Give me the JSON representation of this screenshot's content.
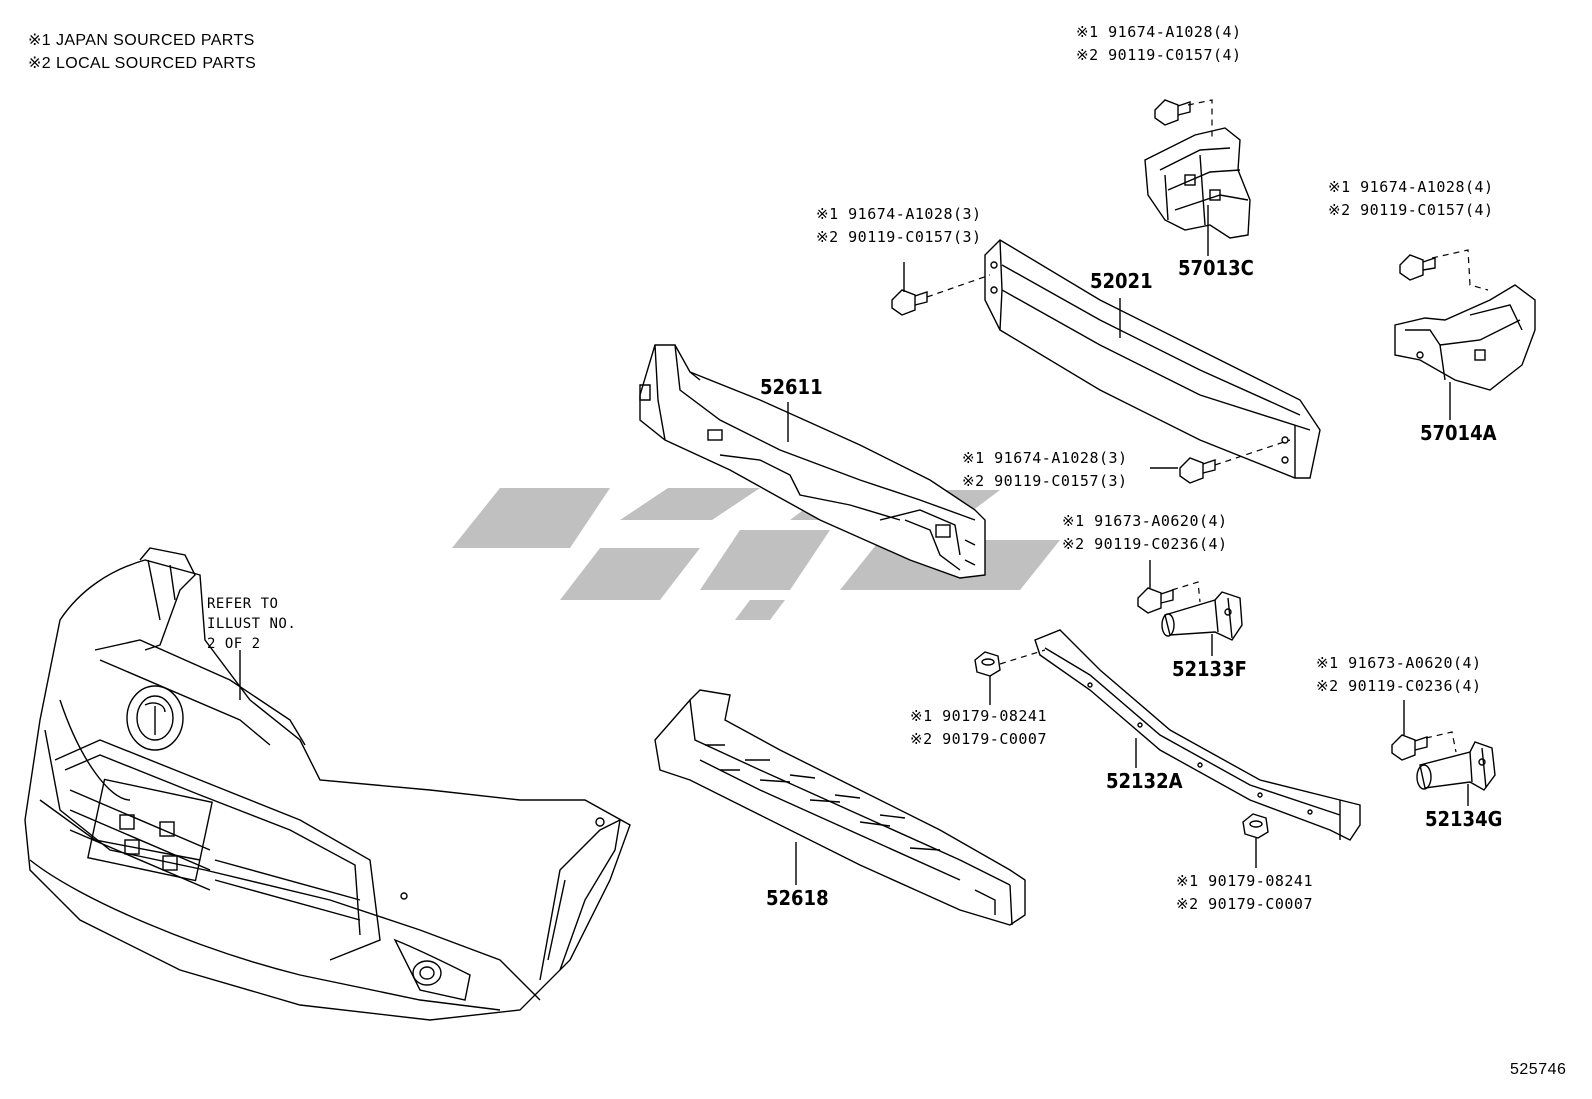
{
  "legend": {
    "japan": "※1 JAPAN SOURCED PARTS",
    "local": "※2 LOCAL SOURCED PARTS"
  },
  "refer_note": {
    "line1": "REFER TO",
    "line2": "ILLUST NO.",
    "line3": "2 OF 2"
  },
  "illustration_number": "525746",
  "parts": {
    "p57013C": "57013C",
    "p57014A": "57014A",
    "p52021": "52021",
    "p52611": "52611",
    "p52133F": "52133F",
    "p52132A": "52132A",
    "p52134G": "52134G",
    "p52618": "52618"
  },
  "fasteners": {
    "f1": {
      "jp": "※1 91674-A1028(4)",
      "local": "※2 90119-C0157(4)"
    },
    "f2": {
      "jp": "※1 91674-A1028(3)",
      "local": "※2 90119-C0157(3)"
    },
    "f3": {
      "jp": "※1 91674-A1028(4)",
      "local": "※2 90119-C0157(4)"
    },
    "f4": {
      "jp": "※1 91674-A1028(3)",
      "local": "※2 90119-C0157(3)"
    },
    "f5": {
      "jp": "※1 91673-A0620(4)",
      "local": "※2 90119-C0236(4)"
    },
    "f6": {
      "jp": "※1 91673-A0620(4)",
      "local": "※2 90119-C0236(4)"
    },
    "f7": {
      "jp": "※1 90179-08241",
      "local": "※2 90179-C0007"
    },
    "f8": {
      "jp": "※1 90179-08241",
      "local": "※2 90179-C0007"
    }
  },
  "watermark_icon": "brand-logo-watermark",
  "colors": {
    "line": "#000000",
    "watermark": "#a8a8a8",
    "background": "#ffffff"
  }
}
